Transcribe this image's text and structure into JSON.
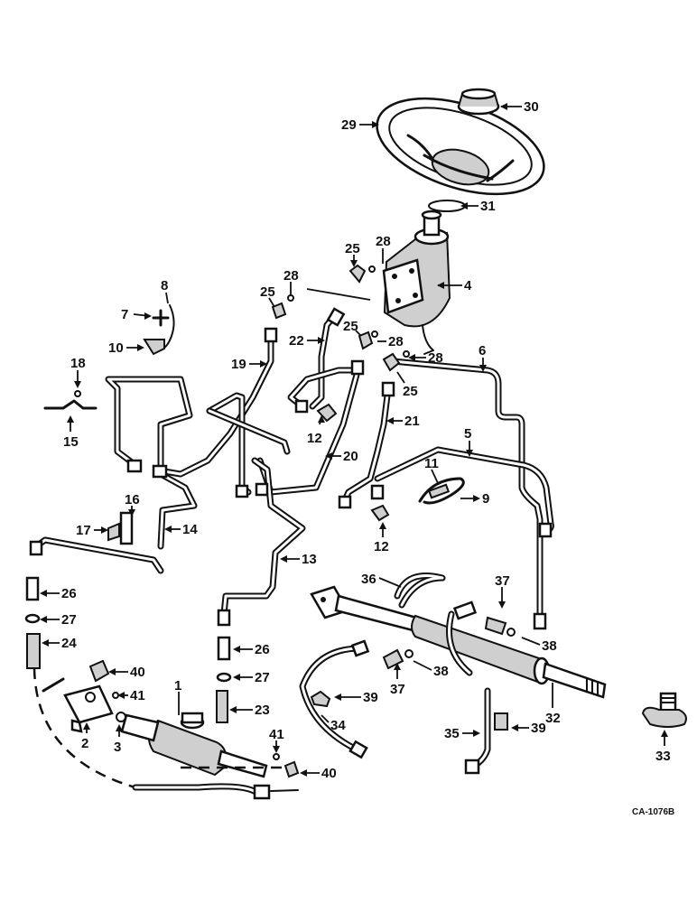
{
  "figure_ref": "CA-1076B",
  "callouts": {
    "c1": "1",
    "c2": "2",
    "c3": "3",
    "c4": "4",
    "c5": "5",
    "c6": "6",
    "c7": "7",
    "c8": "8",
    "c9": "9",
    "c10": "10",
    "c11": "11",
    "c12a": "12",
    "c12b": "12",
    "c13": "13",
    "c14": "14",
    "c15": "15",
    "c16": "16",
    "c17": "17",
    "c18": "18",
    "c19": "19",
    "c20": "20",
    "c21": "21",
    "c22": "22",
    "c23": "23",
    "c24": "24",
    "c25a": "25",
    "c25b": "25",
    "c25c": "25",
    "c25d": "25",
    "c26a": "26",
    "c26b": "26",
    "c27a": "27",
    "c27b": "27",
    "c28a": "28",
    "c28b": "28",
    "c28c": "28",
    "c28d": "28",
    "c29": "29",
    "c30": "30",
    "c31": "31",
    "c32": "32",
    "c33": "33",
    "c34": "34",
    "c35": "35",
    "c36": "36",
    "c37a": "37",
    "c37b": "37",
    "c38a": "38",
    "c38b": "38",
    "c39a": "39",
    "c39b": "39",
    "c40a": "40",
    "c40b": "40",
    "c41a": "41",
    "c41b": "41"
  }
}
